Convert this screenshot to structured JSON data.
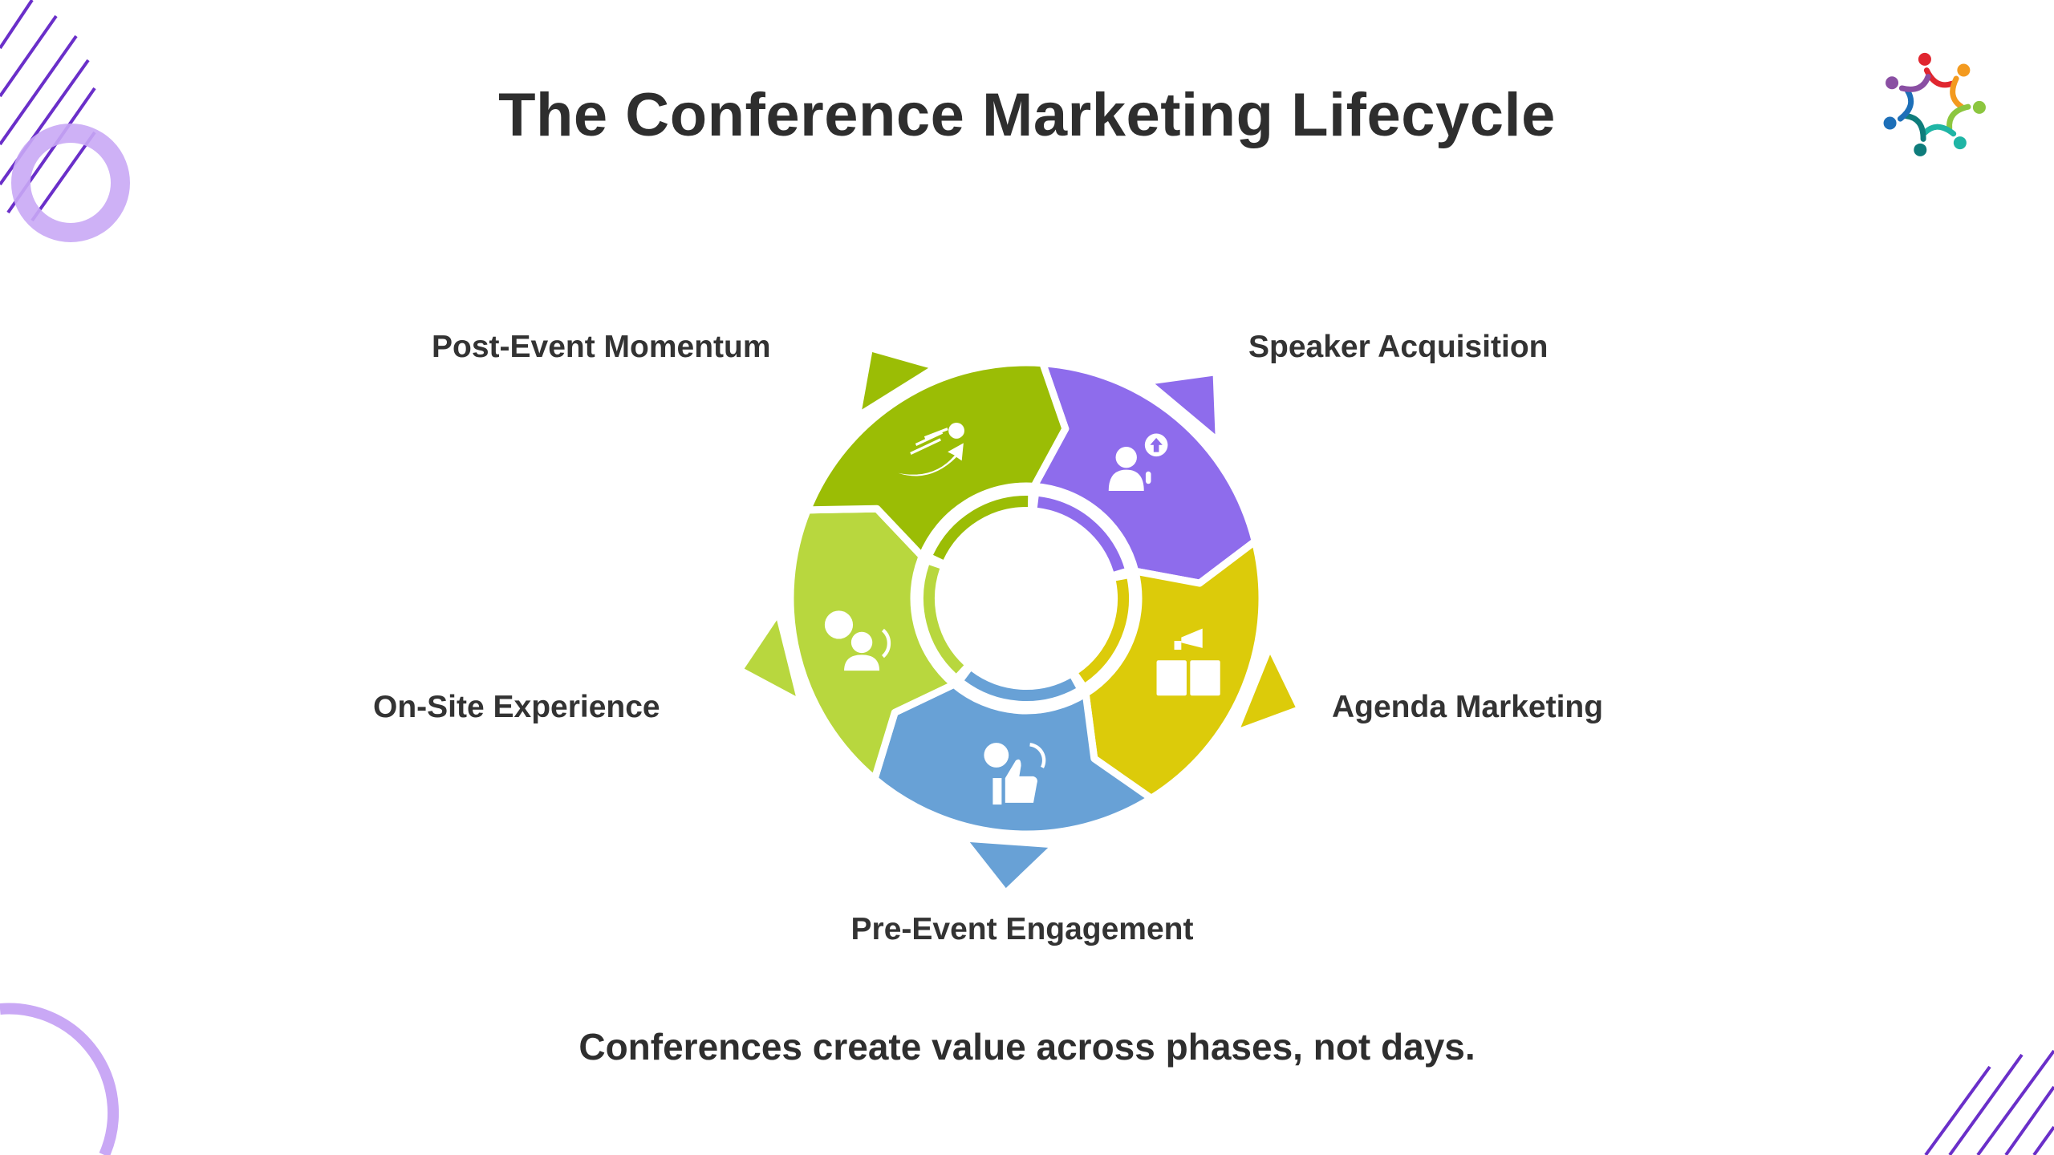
{
  "title": "The Conference Marketing Lifecycle",
  "footer": "Conferences create value across phases, not days.",
  "accent": "#9b6ff0",
  "stages": [
    {
      "label": "Speaker Acquisition",
      "color": "#8e6cec",
      "icon": "speaker-microphone-icon"
    },
    {
      "label": "Agenda Marketing",
      "color": "#dccb0a",
      "icon": "agenda-megaphone-icon"
    },
    {
      "label": "Pre-Event Engagement",
      "color": "#68a1d6",
      "icon": "thumbs-up-engagement-icon"
    },
    {
      "label": "On-Site Experience",
      "color": "#b8d73e",
      "icon": "location-person-icon"
    },
    {
      "label": "Post-Event Momentum",
      "color": "#9bbd05",
      "icon": "momentum-arrow-icon"
    }
  ],
  "logo_colors": [
    "#e0262f",
    "#f39a1f",
    "#8cc63f",
    "#1fb5a5",
    "#0e7c7b",
    "#1d6fb8",
    "#8a4fa3"
  ]
}
